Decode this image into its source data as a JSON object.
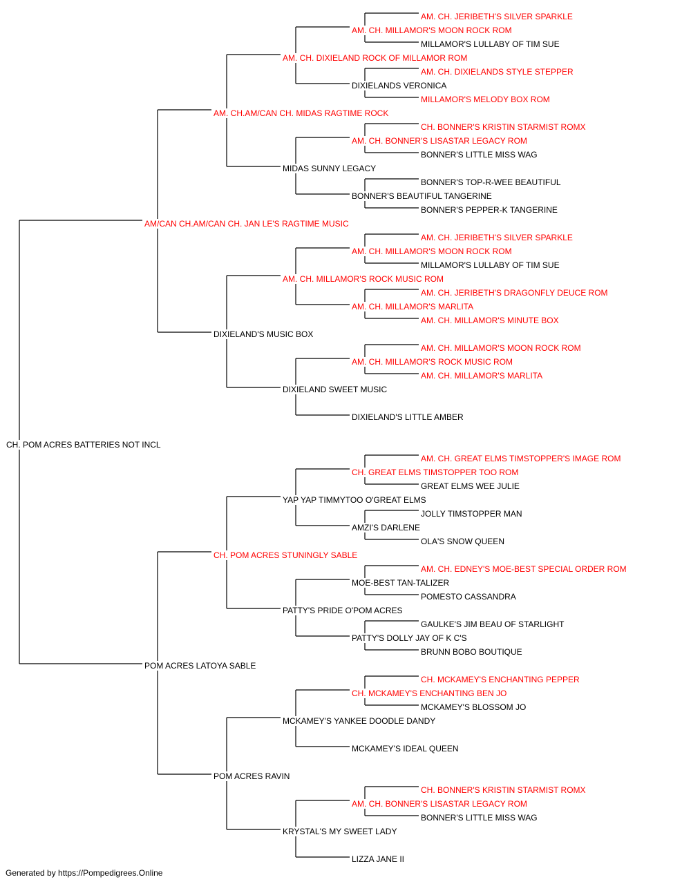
{
  "colors": {
    "champion": "#ff0000",
    "regular": "#000000",
    "line": "#000000"
  },
  "subject": {
    "name": "CH. POM ACRES BATTERIES NOT INCL",
    "ch": false
  },
  "sire": {
    "name": "AM/CAN CH.AM/CAN CH. JAN LE'S RAGTIME MUSIC",
    "ch": true
  },
  "dam": {
    "name": "POM ACRES LATOYA SABLE",
    "ch": false
  },
  "gen3": [
    {
      "name": "AM. CH.AM/CAN CH. MIDAS RAGTIME ROCK",
      "ch": true
    },
    {
      "name": "DIXIELAND'S MUSIC BOX",
      "ch": false
    },
    {
      "name": "CH. POM ACRES STUNINGLY SABLE",
      "ch": true
    },
    {
      "name": "POM ACRES RAVIN",
      "ch": false
    }
  ],
  "gen4": [
    {
      "name": "AM. CH. DIXIELAND ROCK OF MILLAMOR ROM",
      "ch": true
    },
    {
      "name": "MIDAS SUNNY LEGACY",
      "ch": false
    },
    {
      "name": "AM. CH. MILLAMOR'S ROCK MUSIC ROM",
      "ch": true
    },
    {
      "name": "DIXIELAND SWEET MUSIC",
      "ch": false
    },
    {
      "name": "YAP YAP TIMMYTOO O'GREAT ELMS",
      "ch": false
    },
    {
      "name": "PATTY'S PRIDE O'POM ACRES",
      "ch": false
    },
    {
      "name": "MCKAMEY'S YANKEE DOODLE DANDY",
      "ch": false
    },
    {
      "name": "KRYSTAL'S MY SWEET LADY",
      "ch": false
    }
  ],
  "gen5": [
    {
      "name": "AM. CH. MILLAMOR'S MOON ROCK ROM",
      "ch": true
    },
    {
      "name": "DIXIELANDS VERONICA",
      "ch": false
    },
    {
      "name": "AM. CH. BONNER'S LISASTAR LEGACY ROM",
      "ch": true
    },
    {
      "name": "BONNER'S BEAUTIFUL TANGERINE",
      "ch": false
    },
    {
      "name": "AM. CH. MILLAMOR'S MOON ROCK ROM",
      "ch": true
    },
    {
      "name": "AM. CH. MILLAMOR'S MARLITA",
      "ch": true
    },
    {
      "name": "AM. CH. MILLAMOR'S ROCK MUSIC ROM",
      "ch": true
    },
    {
      "name": "DIXIELAND'S LITTLE AMBER",
      "ch": false
    },
    {
      "name": "CH. GREAT ELMS TIMSTOPPER TOO ROM",
      "ch": true
    },
    {
      "name": "AMZI'S DARLENE",
      "ch": false
    },
    {
      "name": "MOE-BEST TAN-TALIZER",
      "ch": false
    },
    {
      "name": "PATTY'S DOLLY JAY OF K C'S",
      "ch": false
    },
    {
      "name": "CH. MCKAMEY'S ENCHANTING BEN JO",
      "ch": true
    },
    {
      "name": "MCKAMEY'S IDEAL QUEEN",
      "ch": false
    },
    {
      "name": "AM. CH. BONNER'S LISASTAR LEGACY ROM",
      "ch": true
    },
    {
      "name": "LIZZA JANE II",
      "ch": false
    }
  ],
  "gen6": [
    {
      "name": "AM. CH. JERIBETH'S SILVER SPARKLE",
      "ch": true
    },
    {
      "name": "MILLAMOR'S LULLABY OF TIM SUE",
      "ch": false
    },
    {
      "name": "AM. CH. DIXIELANDS STYLE STEPPER",
      "ch": true
    },
    {
      "name": "MILLAMOR'S MELODY BOX ROM",
      "ch": true
    },
    {
      "name": "CH. BONNER'S KRISTIN STARMIST ROMX",
      "ch": true
    },
    {
      "name": "BONNER'S LITTLE MISS WAG",
      "ch": false
    },
    {
      "name": "BONNER'S TOP-R-WEE BEAUTIFUL",
      "ch": false
    },
    {
      "name": "BONNER'S PEPPER-K TANGERINE",
      "ch": false
    },
    {
      "name": "AM. CH. JERIBETH'S SILVER SPARKLE",
      "ch": true
    },
    {
      "name": "MILLAMOR'S LULLABY OF TIM SUE",
      "ch": false
    },
    {
      "name": "AM. CH. JERIBETH'S DRAGONFLY DEUCE ROM",
      "ch": true
    },
    {
      "name": "AM. CH. MILLAMOR'S MINUTE BOX",
      "ch": true
    },
    {
      "name": "AM. CH. MILLAMOR'S MOON ROCK ROM",
      "ch": true
    },
    {
      "name": "AM. CH. MILLAMOR'S MARLITA",
      "ch": true
    },
    null,
    null,
    {
      "name": "AM. CH. GREAT ELMS TIMSTOPPER'S IMAGE ROM",
      "ch": true
    },
    {
      "name": "GREAT ELMS WEE JULIE",
      "ch": false
    },
    {
      "name": "JOLLY TIMSTOPPER MAN",
      "ch": false
    },
    {
      "name": "OLA'S SNOW QUEEN",
      "ch": false
    },
    {
      "name": "AM. CH. EDNEY'S MOE-BEST SPECIAL ORDER ROM",
      "ch": true
    },
    {
      "name": "POMESTO CASSANDRA",
      "ch": false
    },
    {
      "name": "GAULKE'S JIM BEAU OF STARLIGHT",
      "ch": false
    },
    {
      "name": "BRUNN BOBO BOUTIQUE",
      "ch": false
    },
    {
      "name": "CH. MCKAMEY'S ENCHANTING PEPPER",
      "ch": true
    },
    {
      "name": "MCKAMEY'S BLOSSOM JO",
      "ch": false
    },
    null,
    null,
    {
      "name": "CH. BONNER'S KRISTIN STARMIST ROMX",
      "ch": true
    },
    {
      "name": "BONNER'S LITTLE MISS WAG",
      "ch": false
    },
    null,
    null
  ],
  "footer": "Generated by https://Pompedigrees.Online"
}
